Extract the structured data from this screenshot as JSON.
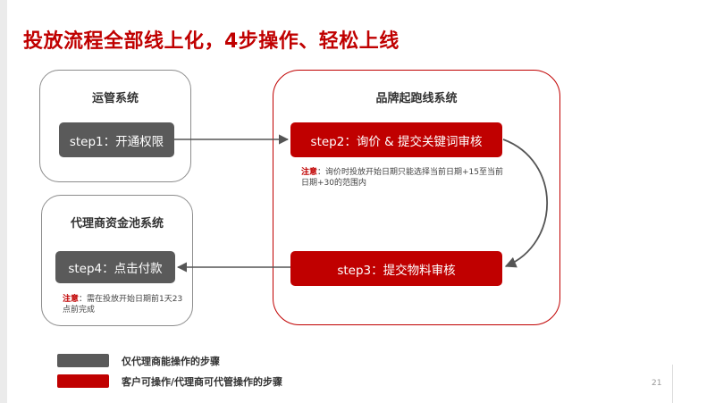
{
  "title": "投放流程全部线上化，4步操作、轻松上线",
  "systems": {
    "ops": {
      "label": "运管系统"
    },
    "brand": {
      "label": "品牌起跑线系统"
    },
    "agent_fund": {
      "label": "代理商资金池系统"
    }
  },
  "steps": {
    "step1": "step1：开通权限",
    "step2": "step2：询价 & 提交关键词审核",
    "step3": "step3：提交物料审核",
    "step4": "step4：点击付款"
  },
  "notes": {
    "step2": {
      "label": "注意",
      "text": "：询价时投放开始日期只能选择当前日期+15至当前日期+30的范围内"
    },
    "step4": {
      "label": "注意",
      "text": "：需在投放开始日期前1天23点前完成"
    }
  },
  "legend": [
    {
      "label": "仅代理商能操作的步骤",
      "color": "#5a5a5a"
    },
    {
      "label": "客户可操作/代理商可代管操作的步骤",
      "color": "#c00000"
    }
  ],
  "colors": {
    "accent": "#c00000",
    "gray_step": "#5a5a5a"
  },
  "page_number": "21"
}
